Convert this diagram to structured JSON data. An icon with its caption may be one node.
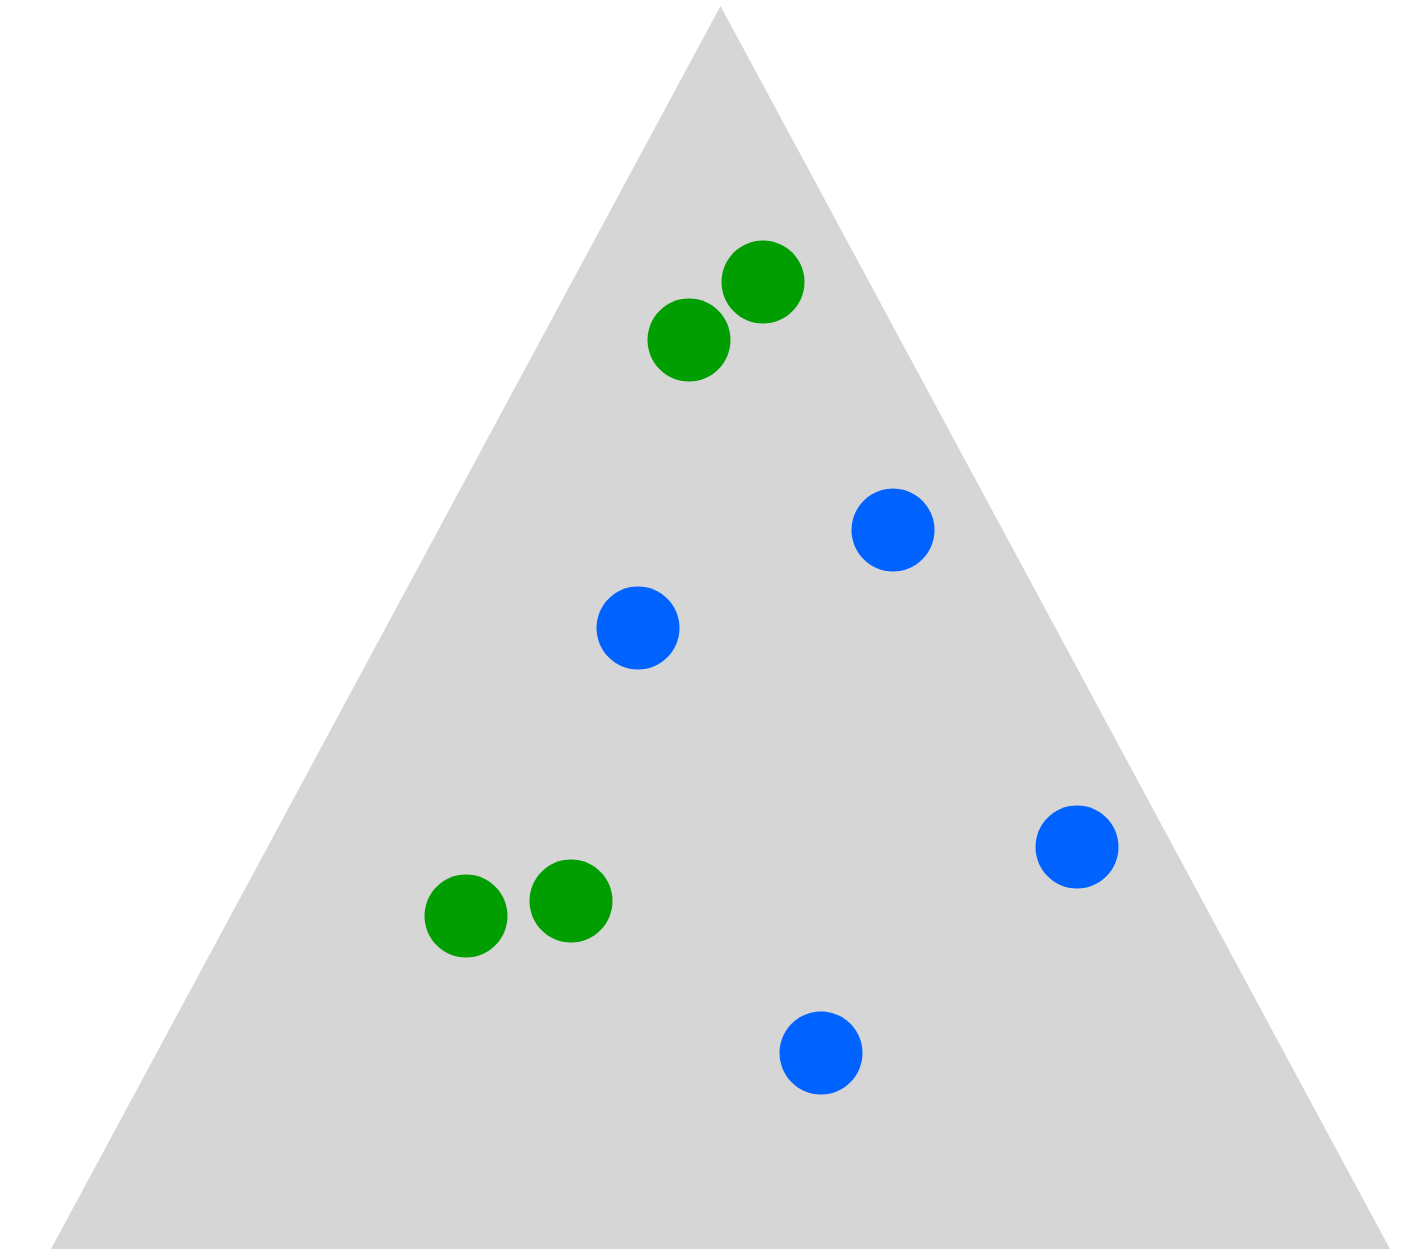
{
  "diagram": {
    "nodes": [
      {
        "text": [],
        "shape": "triangle"
      },
      {
        "text": [],
        "shape": "circle",
        "in": 0
      },
      {
        "text": [],
        "shape": "circle",
        "in": 0
      },
      {
        "text": [],
        "shape": "circle",
        "in": 0
      },
      {
        "text": [],
        "shape": "circle",
        "in": 0
      },
      {
        "text": [],
        "shape": "circle",
        "in": 0
      },
      {
        "text": [],
        "shape": "circle",
        "in": 0
      },
      {
        "text": [],
        "shape": "circle",
        "in": 0
      },
      {
        "text": [],
        "shape": "circle",
        "in": 0
      }
    ]
  }
}
